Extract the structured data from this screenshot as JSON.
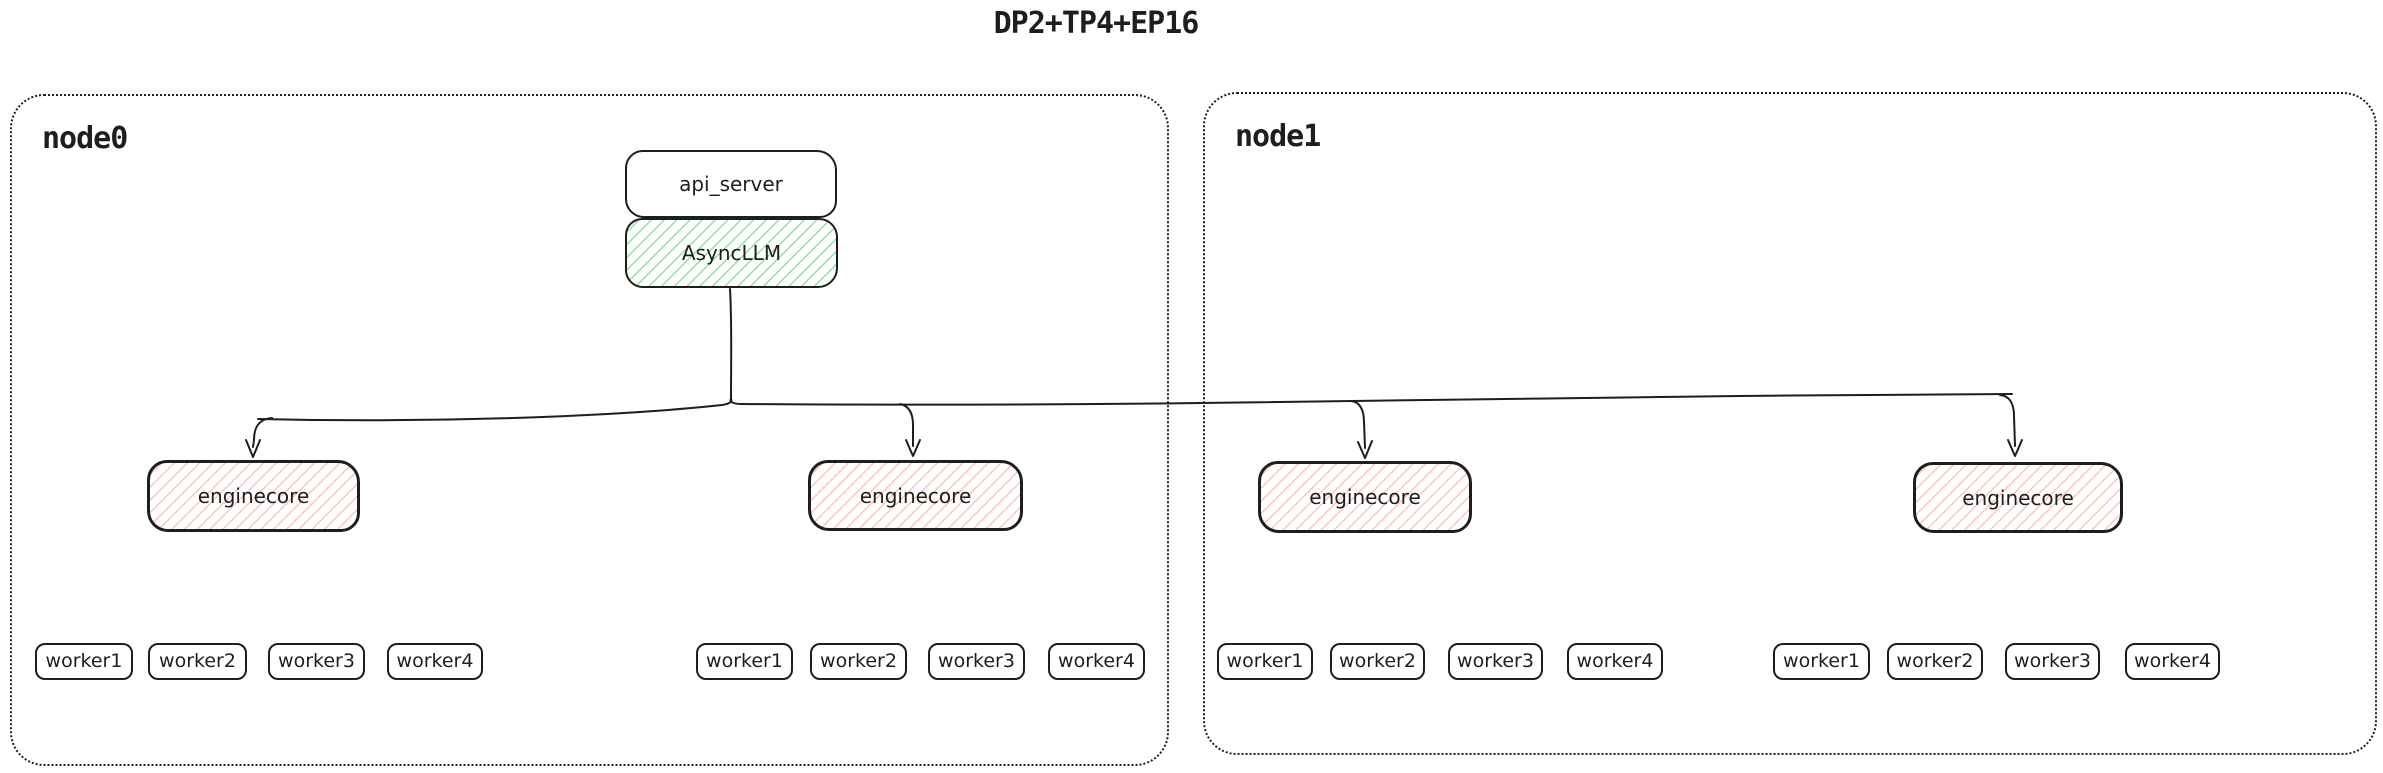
{
  "title": "DP2+TP4+EP16",
  "colors": {
    "ink": "#1e1e1e",
    "green_hatch": "#8ce3a0",
    "red_hatch": "#ffc1c1",
    "background": "#ffffff"
  },
  "nodes": [
    {
      "label": "node0"
    },
    {
      "label": "node1"
    }
  ],
  "api_server": {
    "label": "api_server"
  },
  "async_llm": {
    "label": "AsyncLLM"
  },
  "enginecores": [
    {
      "label": "enginecore"
    },
    {
      "label": "enginecore"
    },
    {
      "label": "enginecore"
    },
    {
      "label": "enginecore"
    }
  ],
  "workers": {
    "groups": [
      {
        "items": [
          "worker1",
          "worker2",
          "worker3",
          "worker4"
        ]
      },
      {
        "items": [
          "worker1",
          "worker2",
          "worker3",
          "worker4"
        ]
      },
      {
        "items": [
          "worker1",
          "worker2",
          "worker3",
          "worker4"
        ]
      },
      {
        "items": [
          "worker1",
          "worker2",
          "worker3",
          "worker4"
        ]
      }
    ]
  }
}
